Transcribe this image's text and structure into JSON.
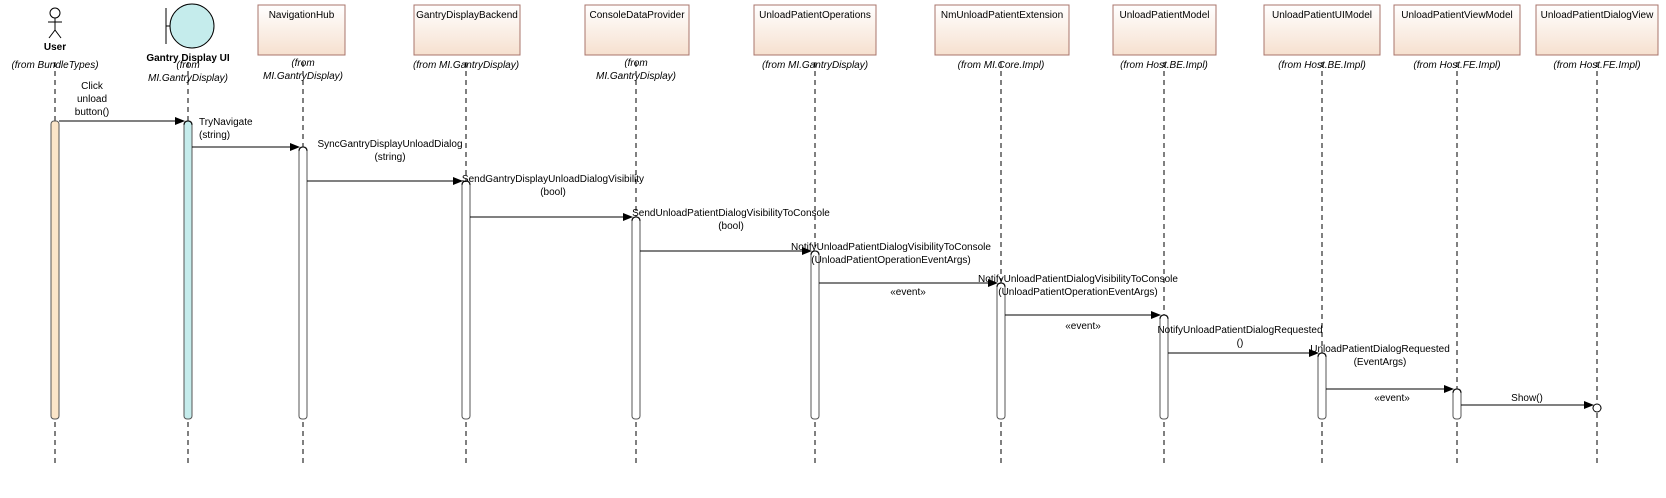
{
  "participants": [
    {
      "id": "user",
      "kind": "actor",
      "name": "User",
      "from": [
        "(from BundleTypes)"
      ],
      "fill": "#fbe5c8"
    },
    {
      "id": "gantry_ui",
      "kind": "boundary",
      "name": "Gantry Display UI",
      "from": [
        "(from",
        "MI.GantryDisplay)"
      ],
      "fill": "#c5ecec"
    },
    {
      "id": "nav_hub",
      "kind": "class",
      "name": "NavigationHub",
      "from": [
        "(from",
        "MI.GantryDisplay)"
      ]
    },
    {
      "id": "gd_backend",
      "kind": "class",
      "name": "GantryDisplayBackend",
      "from": [
        "(from MI.GantryDisplay)"
      ]
    },
    {
      "id": "console_dp",
      "kind": "class",
      "name": "ConsoleDataProvider",
      "from": [
        "(from",
        "MI.GantryDisplay)"
      ]
    },
    {
      "id": "unload_ops",
      "kind": "class",
      "name": "UnloadPatientOperations",
      "from": [
        "(from MI.GantryDisplay)"
      ]
    },
    {
      "id": "nm_ext",
      "kind": "class",
      "name": "NmUnloadPatientExtension",
      "from": [
        "(from MI.Core.Impl)"
      ]
    },
    {
      "id": "unload_model",
      "kind": "class",
      "name": "UnloadPatientModel",
      "from": [
        "(from Host.BE.Impl)"
      ]
    },
    {
      "id": "unload_uimodel",
      "kind": "class",
      "name": "UnloadPatientUIModel",
      "from": [
        "(from Host.BE.Impl)"
      ]
    },
    {
      "id": "unload_vm",
      "kind": "class",
      "name": "UnloadPatientViewModel",
      "from": [
        "(from Host.FE.Impl)"
      ]
    },
    {
      "id": "unload_view",
      "kind": "class",
      "name": "UnloadPatientDialogView",
      "from": [
        "(from Host.FE.Impl)"
      ]
    }
  ],
  "messages": [
    {
      "from": "user",
      "to": "gantry_ui",
      "lines": [
        "Click",
        "unload",
        "button()"
      ]
    },
    {
      "from": "gantry_ui",
      "to": "nav_hub",
      "lines": [
        "TryNavigate",
        "(string)"
      ]
    },
    {
      "from": "nav_hub",
      "to": "gd_backend",
      "lines": [
        "SyncGantryDisplayUnloadDialog",
        "(string)"
      ]
    },
    {
      "from": "gd_backend",
      "to": "console_dp",
      "lines": [
        "SendGantryDisplayUnloadDialogVisibility",
        "(bool)"
      ]
    },
    {
      "from": "console_dp",
      "to": "unload_ops",
      "lines": [
        "SendUnloadPatientDialogVisibilityToConsole",
        "(bool)"
      ]
    },
    {
      "from": "unload_ops",
      "to": "nm_ext",
      "lines": [
        "NotifyUnloadPatientDialogVisibilityToConsole",
        "(UnloadPatientOperationEventArgs)"
      ],
      "stereotype": "«event»"
    },
    {
      "from": "nm_ext",
      "to": "unload_model",
      "lines": [
        "NotifyUnloadPatientDialogVisibilityToConsole",
        "(UnloadPatientOperationEventArgs)"
      ],
      "stereotype": "«event»"
    },
    {
      "from": "unload_model",
      "to": "unload_uimodel",
      "lines": [
        "NotifyUnloadPatientDialogRequested",
        "()"
      ]
    },
    {
      "from": "unload_uimodel",
      "to": "unload_vm",
      "lines": [
        "UnloadPatientDialogRequested",
        "(EventArgs)"
      ],
      "stereotype": "«event»"
    },
    {
      "from": "unload_vm",
      "to": "unload_view",
      "lines": [
        "Show()"
      ]
    }
  ],
  "colors": {
    "box_top": "#ffffff",
    "box_bottom": "#f6e0cf",
    "box_border": "#a8746b",
    "line": "#000000",
    "activation": "#ffffff"
  }
}
